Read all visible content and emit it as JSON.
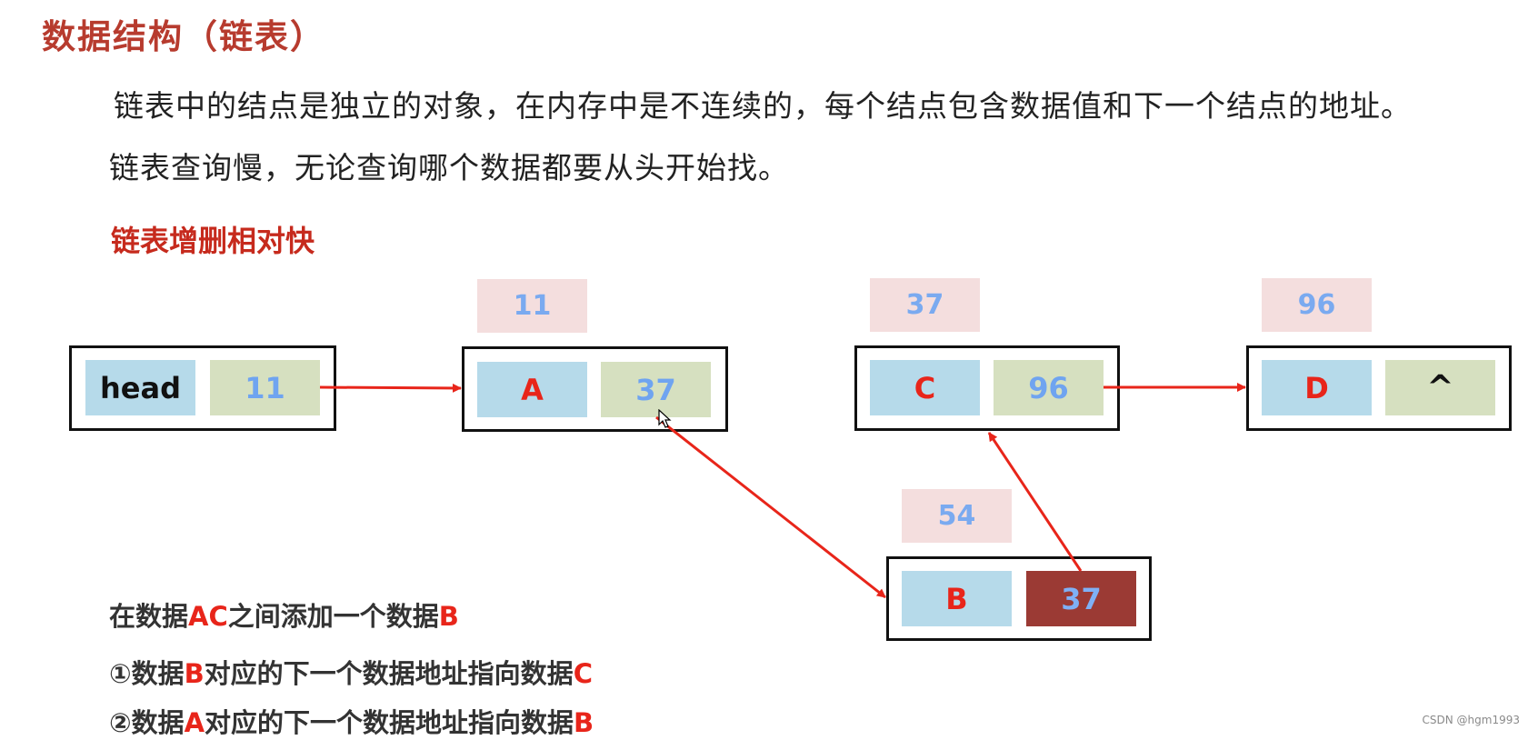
{
  "title": "数据结构（链表）",
  "line1": "链表中的结点是独立的对象，在内存中是不连续的，每个结点包含数据值和下一个结点的地址。",
  "line2": "链表查询慢，无论查询哪个数据都要从头开始找。",
  "note": "链表增删相对快",
  "nodes": {
    "head": {
      "data": "head",
      "next": "11"
    },
    "a": {
      "address": "11",
      "data": "A",
      "next": "37"
    },
    "c": {
      "address": "37",
      "data": "C",
      "next": "96"
    },
    "d": {
      "address": "96",
      "data": "D",
      "next": "^"
    },
    "b": {
      "address": "54",
      "data": "B",
      "next": "37"
    }
  },
  "steps": {
    "s1": {
      "t1": "在数据",
      "h1": "AC",
      "t2": "之间添加一个数据",
      "h2": "B"
    },
    "s2": {
      "t1": "①数据",
      "h1": "B",
      "t2": "对应的下一个数据地址指向数据",
      "h2": "C"
    },
    "s3": {
      "t1": "②数据",
      "h1": "A",
      "t2": "对应的下一个数据地址指向数据",
      "h2": "B"
    }
  },
  "colors": {
    "arrow": "#e8251a",
    "data_cell": "#b6daea",
    "pointer_cell": "#d6e0c0",
    "pointer_cell_highlight": "#9b3a34",
    "address_box": "#f4dede"
  },
  "watermark": "CSDN @hgm1993"
}
